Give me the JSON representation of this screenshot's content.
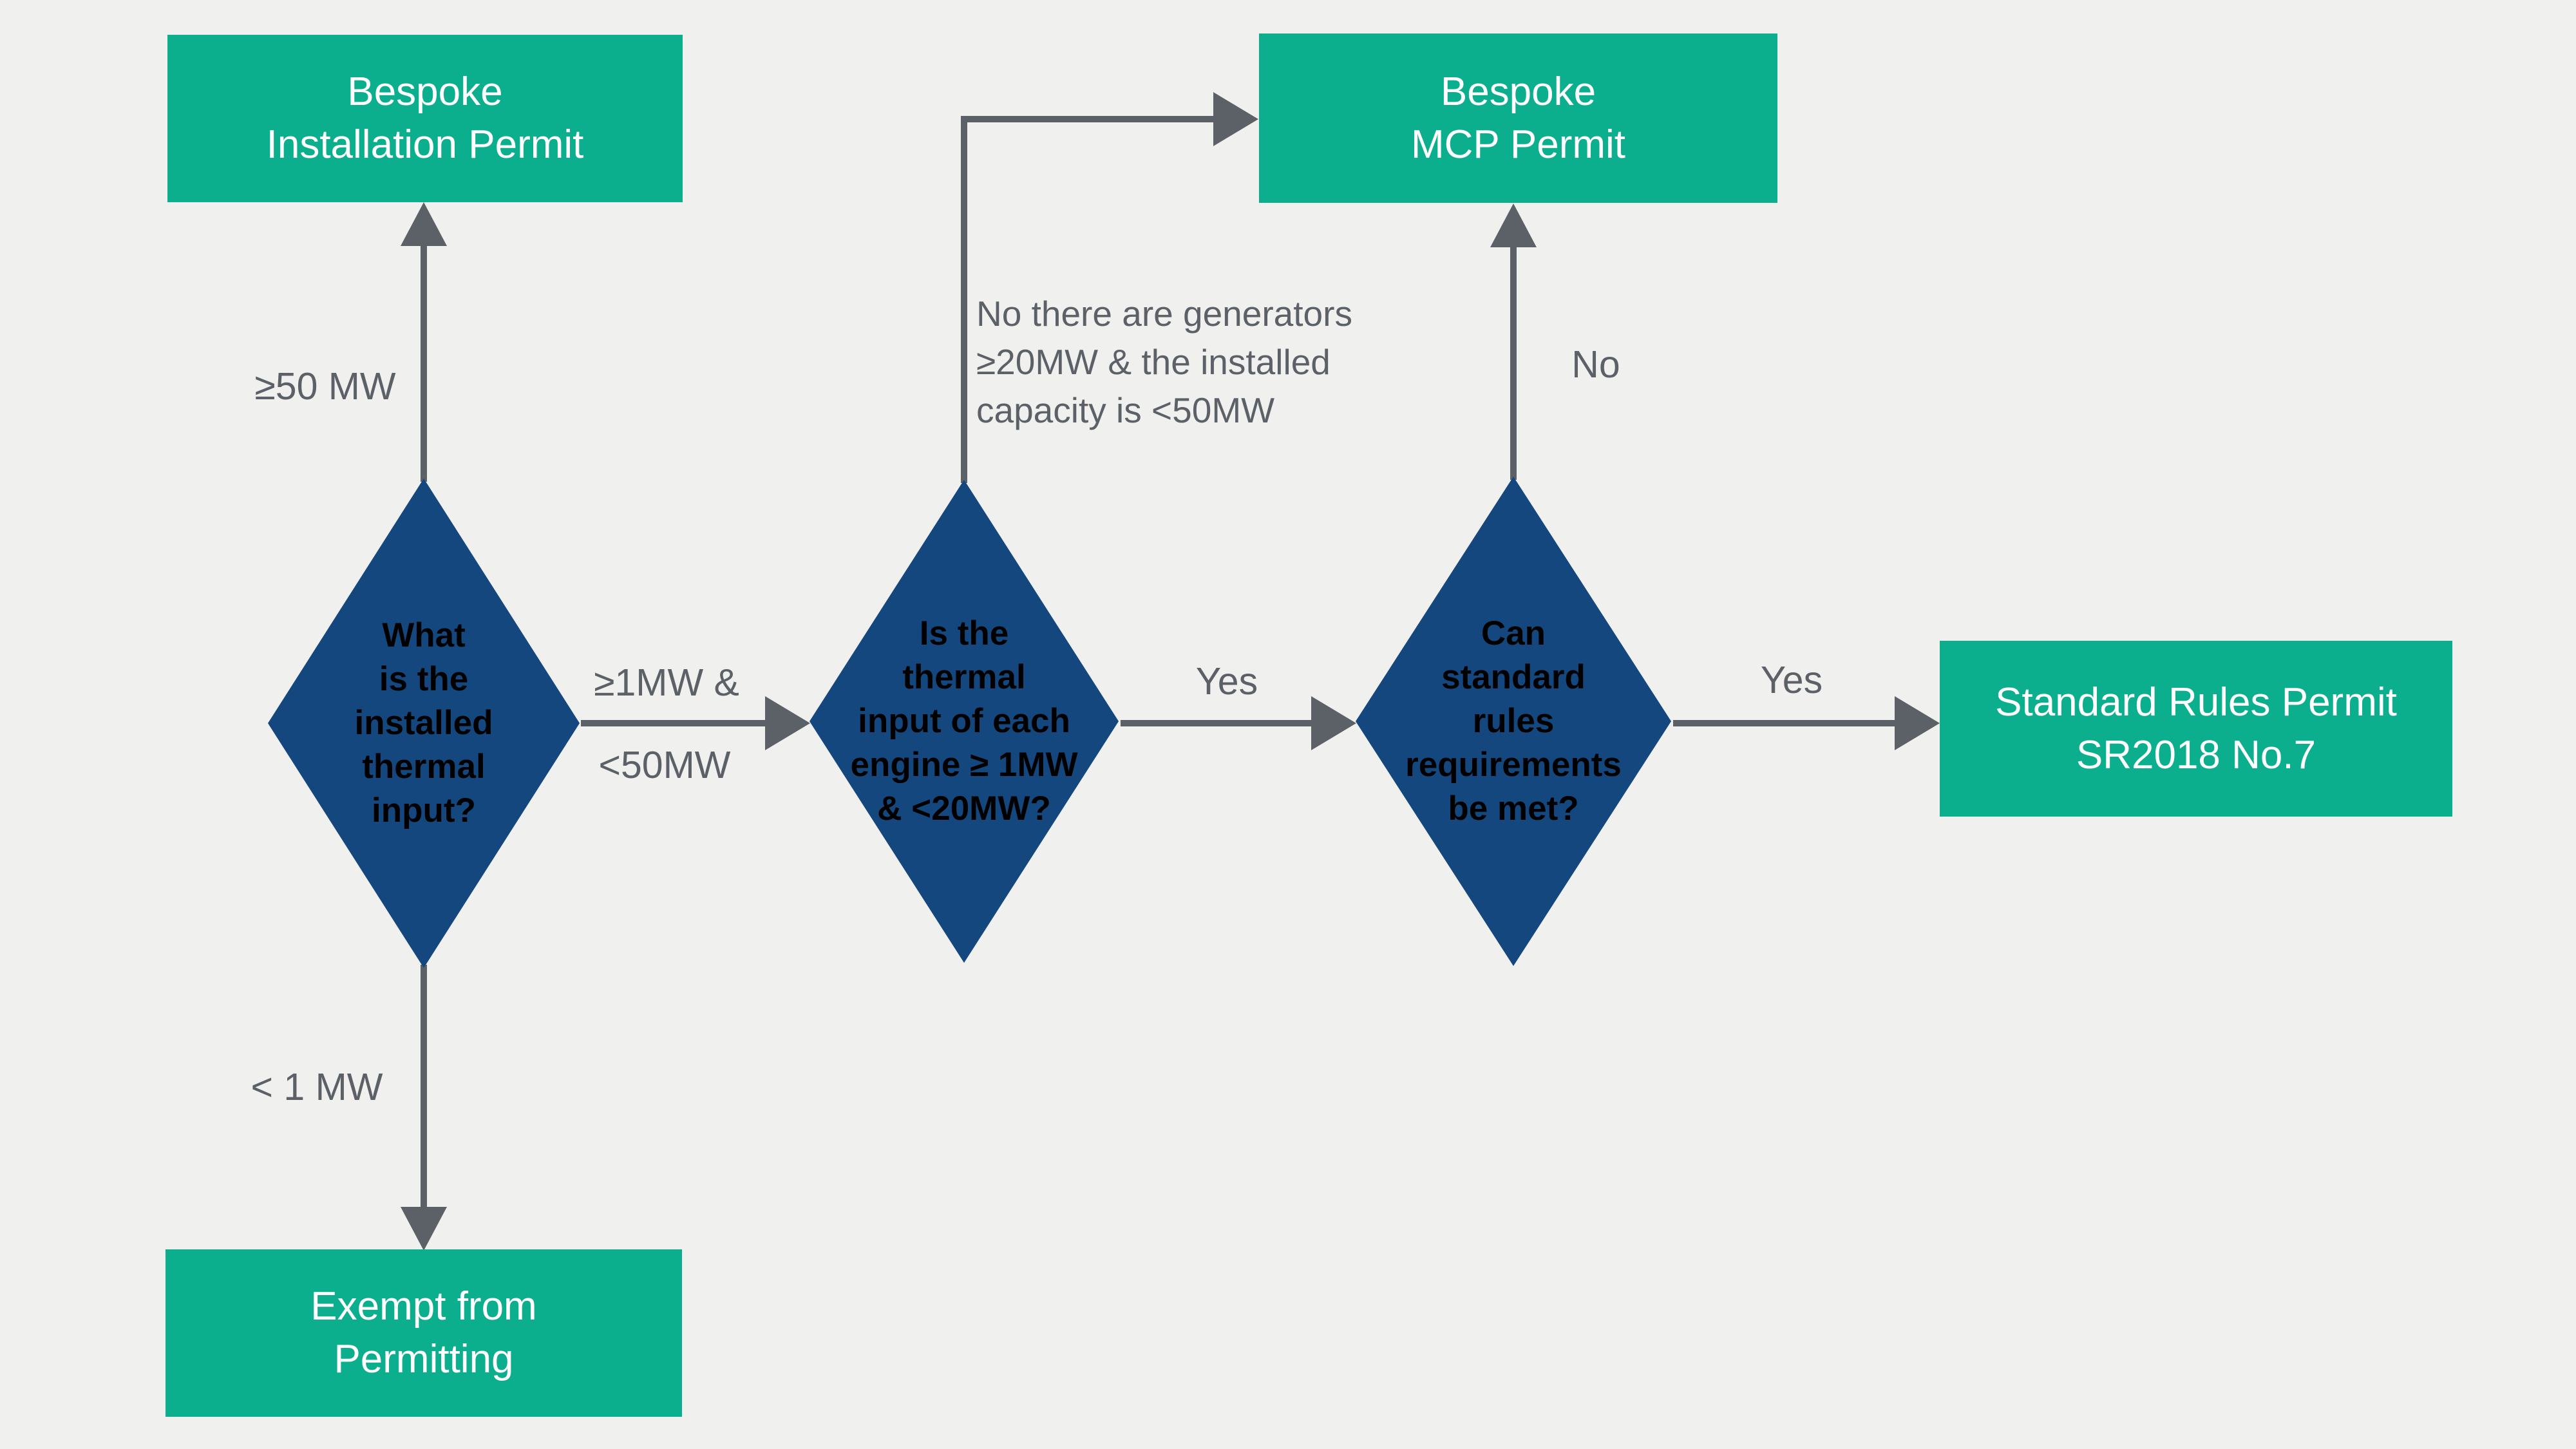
{
  "title": "Permitting decision flowchart",
  "colors": {
    "background": "#F0F0EF",
    "node_green": "#0BAE8D",
    "node_blue": "#14477E",
    "arrow_gray": "#5C6167",
    "label_gray": "#5C6167",
    "text_white": "#FFFFFF"
  },
  "flowchart": {
    "terminals": [
      {
        "id": "bespoke-installation-permit",
        "label": "Bespoke\nInstallation Permit"
      },
      {
        "id": "bespoke-mcp-permit",
        "label": "Bespoke\nMCP Permit"
      },
      {
        "id": "standard-rules-permit",
        "label": "Standard Rules Permit\nSR2018 No.7"
      },
      {
        "id": "exempt-from-permitting",
        "label": "Exempt from\nPermitting"
      }
    ],
    "decisions": [
      {
        "id": "installed-thermal-input",
        "label": "What\nis the\ninstalled\nthermal\ninput?"
      },
      {
        "id": "engine-thermal-input",
        "label": "Is the\nthermal\ninput of each\nengine ≥ 1MW\n& <20MW?"
      },
      {
        "id": "standard-rules-met",
        "label": "Can\nstandard\nrules\nrequirements\nbe met?"
      }
    ],
    "edge_labels": [
      {
        "id": "ge-50mw",
        "text": "≥50 MW"
      },
      {
        "id": "lt-1mw",
        "text": "< 1 MW"
      },
      {
        "id": "ge-1mw-and",
        "text": "≥1MW &"
      },
      {
        "id": "lt-50mw",
        "text": "<50MW"
      },
      {
        "id": "yes-to-standard-rules",
        "text": "Yes"
      },
      {
        "id": "yes-to-permit",
        "text": "Yes"
      },
      {
        "id": "no-to-mcp-permit",
        "text": "No"
      },
      {
        "id": "no-generators",
        "text": "No there are generators\n≥20MW & the installed\ncapacity is <50MW"
      }
    ]
  }
}
